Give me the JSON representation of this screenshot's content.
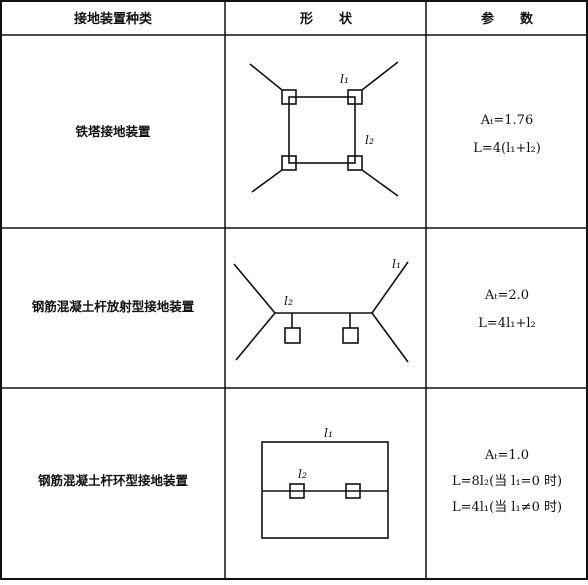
{
  "headers": {
    "type": "接地装置种类",
    "shape": "形　　状",
    "params": "参　　数"
  },
  "rows": [
    {
      "type": "铁塔接地装置",
      "params": [
        "Aₜ=1.76",
        "L=4(l₁+l₂)"
      ],
      "labels": {
        "l1": "l₁",
        "l2": "l₂"
      }
    },
    {
      "type": "钢筋混凝土杆放射型接地装置",
      "params": [
        "Aₜ=2.0",
        "L=4l₁+l₂"
      ],
      "labels": {
        "l1": "l₁",
        "l2": "l₂"
      }
    },
    {
      "type": "钢筋混凝土杆环型接地装置",
      "params": [
        "Aₜ=1.0",
        "L=8l₂(当 l₁=0 时)",
        "L=4l₁(当 l₁≠0 时)"
      ],
      "labels": {
        "l1": "l₁",
        "l2": "l₂"
      }
    }
  ]
}
